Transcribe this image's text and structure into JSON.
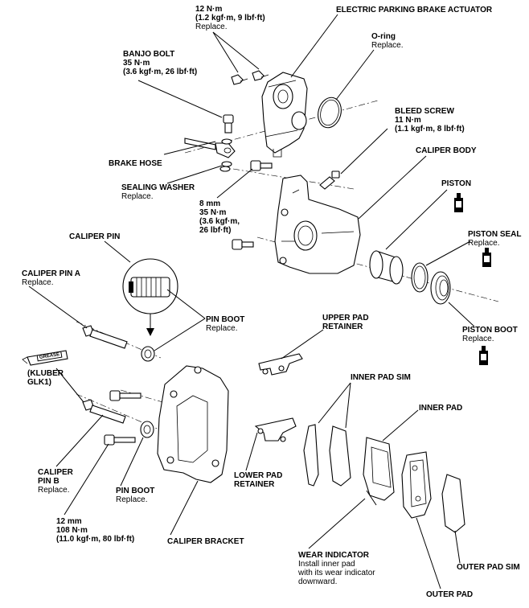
{
  "labels": {
    "epb_bolt": {
      "title": "12 N·m",
      "l2": "(1.2 kgf·m, 9 lbf·ft)",
      "l3": "Replace."
    },
    "epb_actuator": {
      "title": "ELECTRIC PARKING BRAKE ACTUATOR"
    },
    "banjo": {
      "title": "BANJO BOLT",
      "l2": "35 N·m",
      "l3": "(3.6 kgf·m, 26 lbf·ft)"
    },
    "oring": {
      "title": "O-ring",
      "note": "Replace."
    },
    "bleed": {
      "title": "BLEED SCREW",
      "l2": "11 N·m",
      "l3": "(1.1 kgf·m, 8 lbf·ft)"
    },
    "caliper_body": {
      "title": "CALIPER BODY"
    },
    "brake_hose": {
      "title": "BRAKE HOSE"
    },
    "sealing_washer": {
      "title": "SEALING WASHER",
      "note": "Replace."
    },
    "piston": {
      "title": "PISTON"
    },
    "bolt8": {
      "l1": "8 mm",
      "l2": "35 N·m",
      "l3": "(3.6 kgf·m,",
      "l4": "26 lbf·ft)"
    },
    "caliper_pin": {
      "title": "CALIPER PIN"
    },
    "piston_seal": {
      "title": "PISTON SEAL",
      "note": "Replace."
    },
    "caliper_pin_a": {
      "title": "CALIPER PIN A",
      "note": "Replace."
    },
    "pin_boot_top": {
      "title": "PIN BOOT",
      "note": "Replace."
    },
    "upper_pad_retainer": {
      "l1": "UPPER PAD",
      "l2": "RETAINER"
    },
    "piston_boot": {
      "title": "PISTON BOOT",
      "note": "Replace."
    },
    "kluber": {
      "l1": "(KLUBER",
      "l2": "GLK1)"
    },
    "grease": "GREASE",
    "inner_pad_sim": {
      "title": "INNER PAD SIM"
    },
    "inner_pad": {
      "title": "INNER PAD"
    },
    "caliper_pin_b": {
      "l1": "CALIPER",
      "l2": "PIN B",
      "note": "Replace."
    },
    "pin_boot_bottom": {
      "title": "PIN BOOT",
      "note": "Replace."
    },
    "lower_pad_retainer": {
      "l1": "LOWER PAD",
      "l2": "RETAINER"
    },
    "bolt12": {
      "l1": "12 mm",
      "l2": "108 N·m",
      "l3": "(11.0 kgf·m, 80 lbf·ft)"
    },
    "caliper_bracket": {
      "title": "CALIPER BRACKET"
    },
    "wear_indicator": {
      "title": "WEAR INDICATOR",
      "l2": "Install inner pad",
      "l3": "with its wear indicator",
      "l4": "downward."
    },
    "outer_pad_sim": {
      "title": "OUTER PAD SIM"
    },
    "outer_pad": {
      "title": "OUTER PAD"
    }
  },
  "icons": [
    "brake-fluid-bottle-icon",
    "grease-tube-icon"
  ]
}
